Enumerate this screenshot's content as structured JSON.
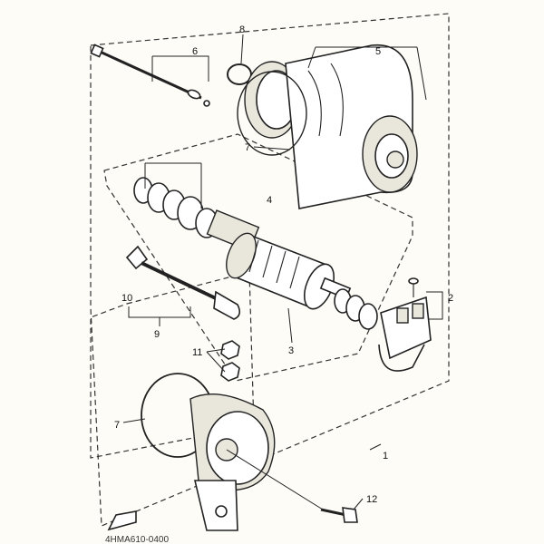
{
  "callouts": {
    "c1": "1",
    "c2": "2",
    "c3": "3",
    "c4": "4",
    "c5": "5",
    "c6": "6",
    "c7a": "7",
    "c7b": "7",
    "c8": "8",
    "c9": "9",
    "c10": "10",
    "c11": "11",
    "c12": "12"
  },
  "drawing_code": "4HMA610-0400"
}
